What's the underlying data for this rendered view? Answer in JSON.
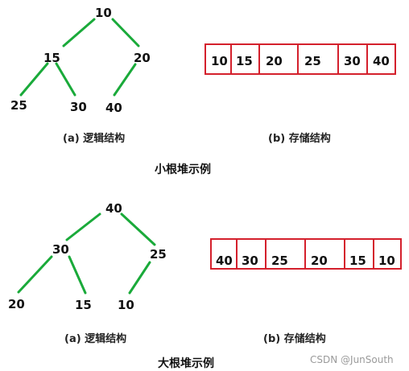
{
  "diagrams": [
    {
      "tree": {
        "root": "10",
        "level1": [
          "15",
          "20"
        ],
        "level2": [
          "25",
          "30",
          "40"
        ]
      },
      "array": [
        "10",
        "15",
        "20",
        "25",
        "30",
        "40"
      ],
      "caption_tree": "(a) 逻辑结构",
      "caption_array": "(b) 存储结构",
      "title": "小根堆示例"
    },
    {
      "tree": {
        "root": "40",
        "level1": [
          "30",
          "25"
        ],
        "level2": [
          "20",
          "15",
          "10"
        ]
      },
      "array": [
        "40",
        "30",
        "25",
        "20",
        "15",
        "10"
      ],
      "caption_tree": "(a) 逻辑结构",
      "caption_array": "(b) 存储结构",
      "title": "大根堆示例"
    }
  ],
  "colors": {
    "edge": "#1aaa3a",
    "box": "#d4202c",
    "text": "#111111"
  },
  "watermark": "CSDN @JunSouth"
}
